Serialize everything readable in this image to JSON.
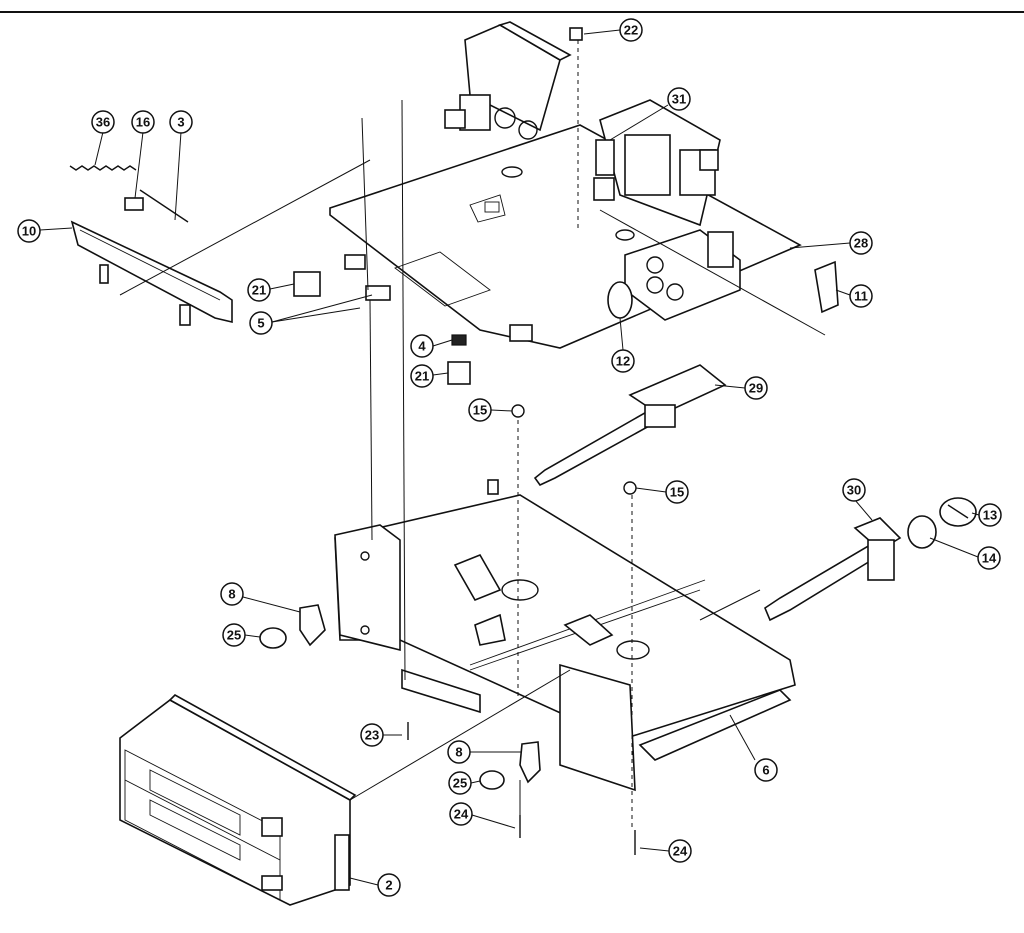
{
  "callouts": [
    {
      "label": "36"
    },
    {
      "label": "16"
    },
    {
      "label": "3"
    },
    {
      "label": "10"
    },
    {
      "label": "22"
    },
    {
      "label": "31"
    },
    {
      "label": "28"
    },
    {
      "label": "21"
    },
    {
      "label": "5"
    },
    {
      "label": "11"
    },
    {
      "label": "4"
    },
    {
      "label": "21"
    },
    {
      "label": "12"
    },
    {
      "label": "29"
    },
    {
      "label": "15"
    },
    {
      "label": "15"
    },
    {
      "label": "30"
    },
    {
      "label": "13"
    },
    {
      "label": "14"
    },
    {
      "label": "8"
    },
    {
      "label": "25"
    },
    {
      "label": "23"
    },
    {
      "label": "8"
    },
    {
      "label": "25"
    },
    {
      "label": "6"
    },
    {
      "label": "24"
    },
    {
      "label": "24"
    },
    {
      "label": "2"
    }
  ]
}
